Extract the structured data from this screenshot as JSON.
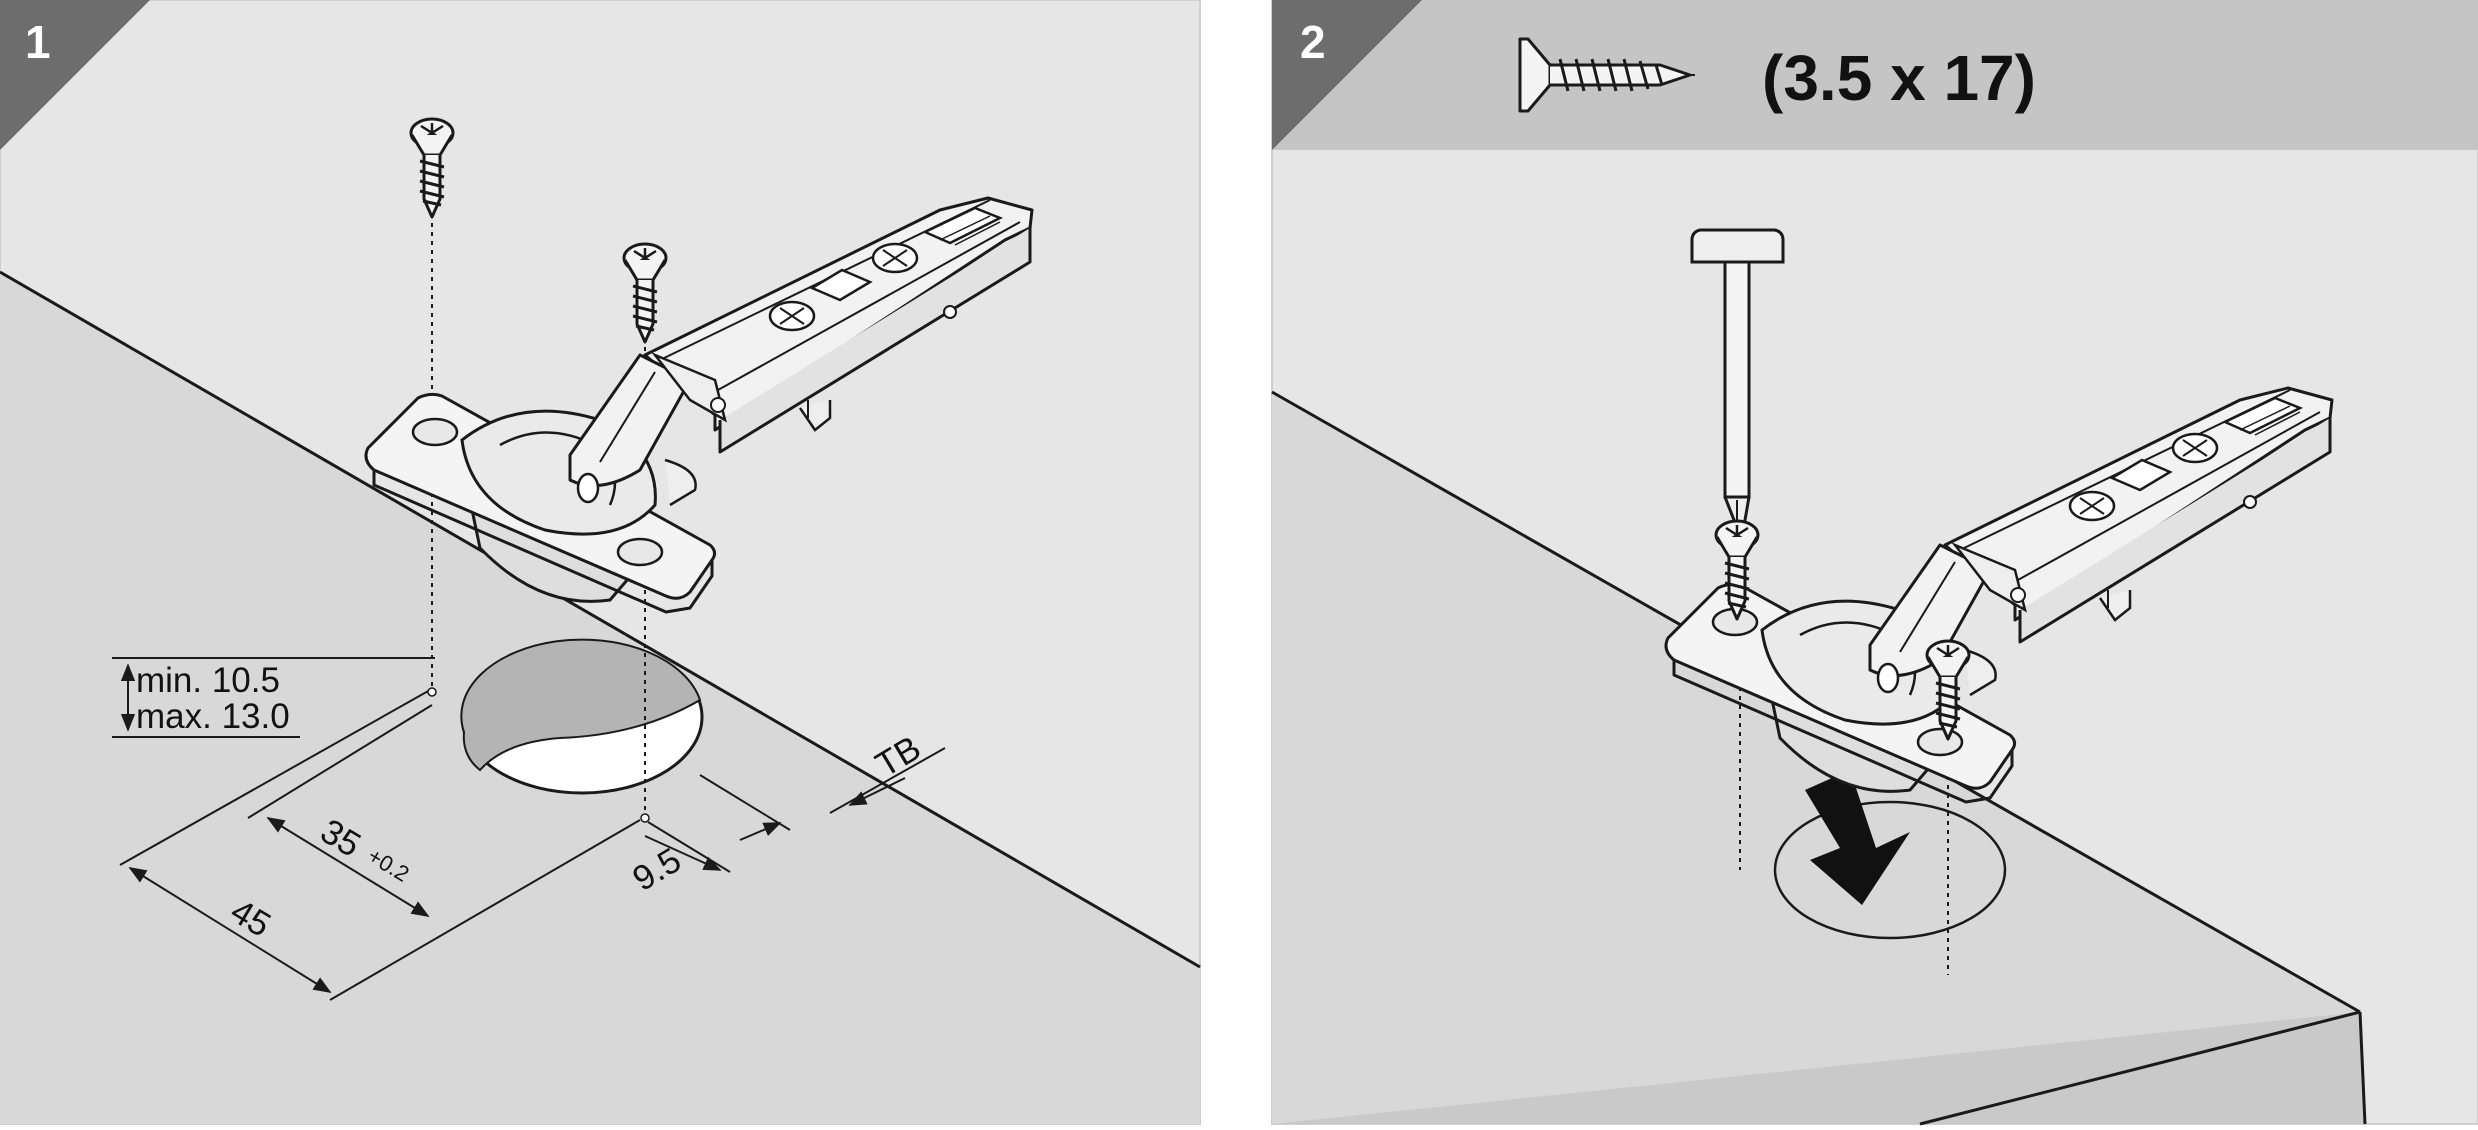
{
  "panels": [
    {
      "step": "1",
      "labels": {
        "min": "min. 10.5",
        "max": "max. 13.0",
        "dim35": "35",
        "dim35_tol": "+0.2",
        "dim45": "45",
        "dim95": "9.5",
        "tb": "TB"
      }
    },
    {
      "step": "2",
      "screw_spec": "(3.5 x 17)"
    }
  ],
  "colors": {
    "background_light": "#e6e6e6",
    "surface": "#d8d8d8",
    "header_band": "#c5c5c5",
    "corner_tab": "#6d6d6d",
    "hole_shadow": "#b4b4b4",
    "line": "#1a1a1a",
    "hardware": "#f4f4f4"
  }
}
